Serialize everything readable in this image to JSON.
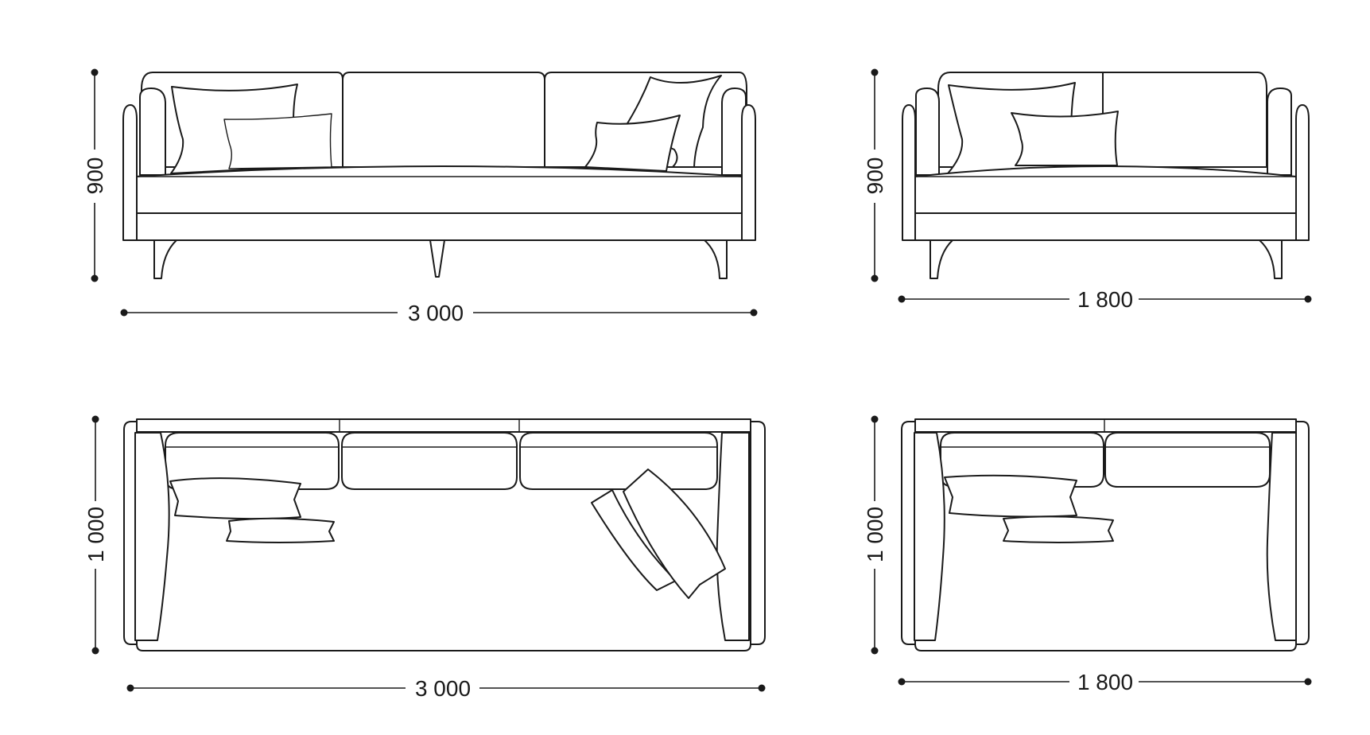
{
  "dimensions": {
    "front_large": {
      "height_label": "900",
      "width_label": "3 000"
    },
    "front_small": {
      "height_label": "900",
      "width_label": "1 800"
    },
    "top_large": {
      "depth_label": "1 000",
      "width_label": "3 000"
    },
    "top_small": {
      "depth_label": "1 000",
      "width_label": "1 800"
    }
  }
}
